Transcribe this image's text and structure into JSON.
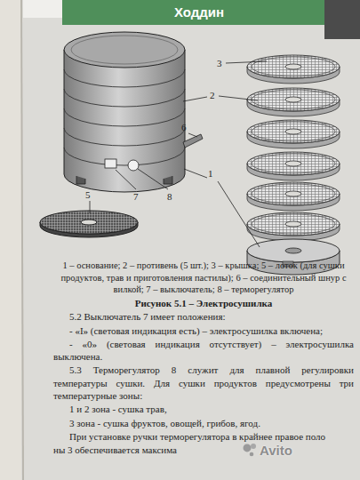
{
  "diagram": {
    "caption": "Рисунок 5.1 – Электросушилка",
    "labels": [
      "Ходдин",
      "3",
      "2",
      "6",
      "5",
      "7",
      "8",
      "1",
      "1 – основание; 2 – противень (5 шт.); 3 – крышка; 5 – лоток (для сушки продуктов, трав и приготовления пастилы); 6 – соединительный шнур с вилкой; 7 – выключатель; 8 – терморегулятор",
      "5.2 Выключатель 7 имеет положения:",
      "- «I» (световая индикация есть) – электросушилка включена;",
      "- «0» (световая индикация отсутствует) – электросушилка выключена.",
      "5.3 Терморегулятор 8 служит для плавной регулировки температуры сушки. Для сушки продуктов предусмотрены три температурные зоны:",
      "1 и 2 зона - сушка трав,",
      "3 зона - сушка фруктов, овощей, грибов, ягод.",
      "При установке ручки терморегулятора в крайнее правое поло",
      "ны 3 обеспечивается максима",
      "Avito"
    ]
  }
}
